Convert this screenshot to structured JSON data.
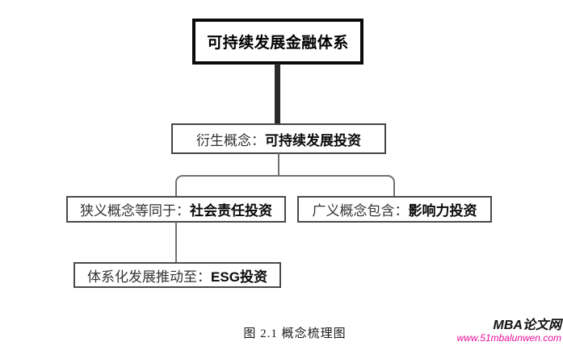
{
  "figure": {
    "nodes": {
      "root": {
        "label": "可持续发展金融体系"
      },
      "derived": {
        "prefix": "衍生概念：",
        "term": "可持续发展投资"
      },
      "narrow": {
        "prefix": "狭义概念等同于：",
        "term": "社会责任投资"
      },
      "broad": {
        "prefix": "广义概念包含：",
        "term": "影响力投资"
      },
      "esg": {
        "prefix": "体系化发展推动至：",
        "term": "ESG投资"
      }
    },
    "caption": "图 2.1 概念梳理图"
  },
  "watermark": {
    "site_name": "MBA论文网",
    "site_url": "www.51mbalunwen.com"
  },
  "colors": {
    "primary_border": "#0b0b0b",
    "secondary_border": "#4a4a4a",
    "trunk_connector": "#2a2a2a",
    "thin_connector": "#707070",
    "text": "#1f1f1f",
    "watermark_url": "#e6119d"
  }
}
